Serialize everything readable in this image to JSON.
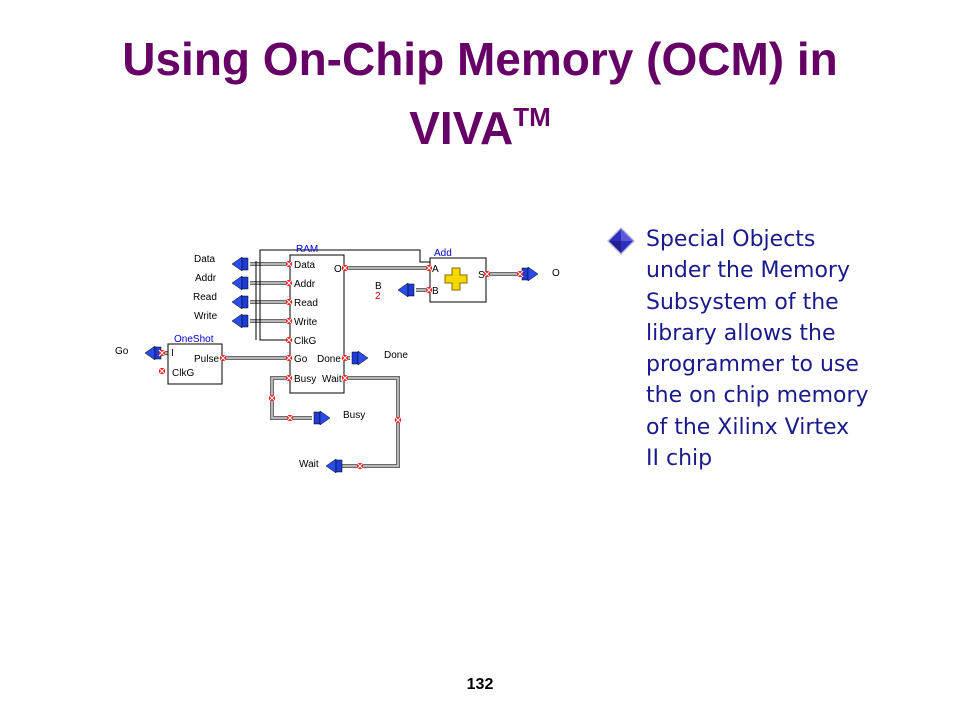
{
  "title": {
    "line1": "Using On-Chip Memory (OCM) in",
    "line2": "VIVA",
    "sup": "TM"
  },
  "bullet": {
    "lines": [
      "Special Objects",
      "under the Memory",
      "Subsystem of the",
      "library allows the",
      "programmer to use",
      "the on chip memory",
      "of the Xilinx Virtex",
      "II chip"
    ]
  },
  "diagram": {
    "inputs": {
      "data": "Data",
      "addr": "Addr",
      "read": "Read",
      "write": "Write",
      "go": "Go",
      "wait": "Wait"
    },
    "outputs": {
      "o": "O",
      "done": "Done",
      "busy": "Busy"
    },
    "ram": {
      "header": "RAM",
      "ports_in": [
        "Data",
        "Addr",
        "Read",
        "Write",
        "ClkG",
        "Go",
        "Busy"
      ],
      "ports_out": [
        "O",
        "Done",
        "Wait"
      ]
    },
    "oneshot": {
      "header": "OneShot",
      "port_i": "I",
      "port_clkg": "ClkG",
      "port_pulse": "Pulse"
    },
    "add": {
      "header": "Add",
      "port_a": "A",
      "port_b": "B",
      "port_s": "S"
    },
    "b_label": "B",
    "b_value": "2"
  },
  "page_number": "132",
  "colors": {
    "title": "#660066",
    "bullet_text": "#1a1a8c",
    "bullet_diamond": "#3333cc",
    "wire": "#6b6b6b",
    "block_header": "#0000cc",
    "connector": "#ff0000"
  }
}
